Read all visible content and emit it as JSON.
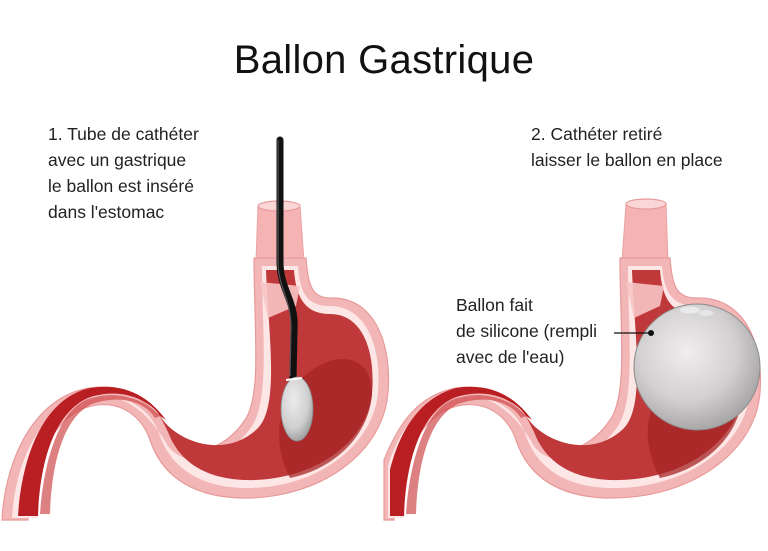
{
  "title": "Ballon Gastrique",
  "panels": [
    {
      "id": "step-1",
      "caption": "1. Tube de cathéter\navec un gastrique\nle ballon est inséré\ndans l'estomac",
      "caption_lines": [
        "1. Tube de cathéter",
        "avec un gastrique",
        "le ballon est inséré",
        "dans l'estomac"
      ],
      "illustration": "stomach with catheter tube inserting small deflated balloon"
    },
    {
      "id": "step-2",
      "caption": "2. Cathéter retiré\nlaisser le ballon en place",
      "caption_lines": [
        "2. Cathéter retiré",
        "laisser le ballon en place"
      ],
      "illustration": "stomach with inflated spherical balloon in place"
    }
  ],
  "callout": {
    "label": "Ballon fait\nde silicone (rempli\navec de l'eau)",
    "lines": [
      "Ballon fait",
      "de silicone (rempli",
      "avec de l'eau)"
    ]
  },
  "colors": {
    "background": "#ffffff",
    "stomach_outer_wall": "#f3b6b6",
    "stomach_lining": "#fde6e6",
    "stomach_interior": "#c0393a",
    "stomach_interior_dark": "#a52426",
    "duodenum_dark": "#b81e22",
    "esophagus": "#f5b3b3",
    "catheter": "#111111",
    "balloon": "#d4d4d4",
    "text": "#1a1a1a"
  }
}
